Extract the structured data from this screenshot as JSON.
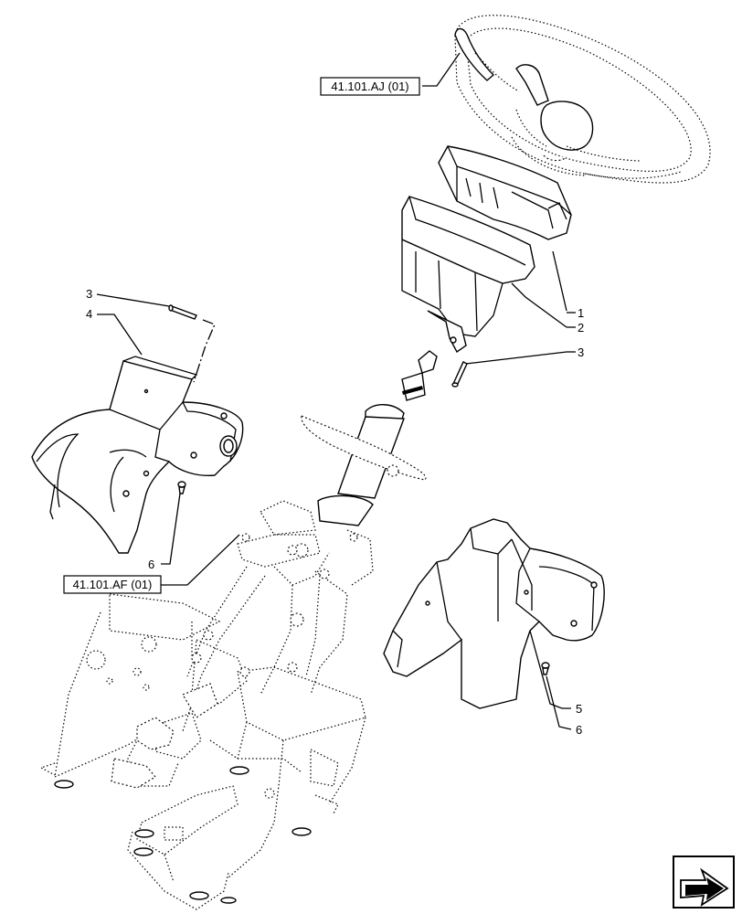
{
  "references": [
    {
      "id": "ref-steering-wheel",
      "text": "41.101.AJ (01)"
    },
    {
      "id": "ref-steering-column",
      "text": "41.101.AF (01)"
    }
  ],
  "callouts": [
    {
      "id": "callout-1",
      "text": "1"
    },
    {
      "id": "callout-2",
      "text": "2"
    },
    {
      "id": "callout-3-right",
      "text": "3"
    },
    {
      "id": "callout-3-left",
      "text": "3"
    },
    {
      "id": "callout-4",
      "text": "4"
    },
    {
      "id": "callout-6-left",
      "text": "6"
    },
    {
      "id": "callout-5",
      "text": "5"
    },
    {
      "id": "callout-6-right",
      "text": "6"
    }
  ],
  "nav_icon": "next-page-arrow-icon"
}
